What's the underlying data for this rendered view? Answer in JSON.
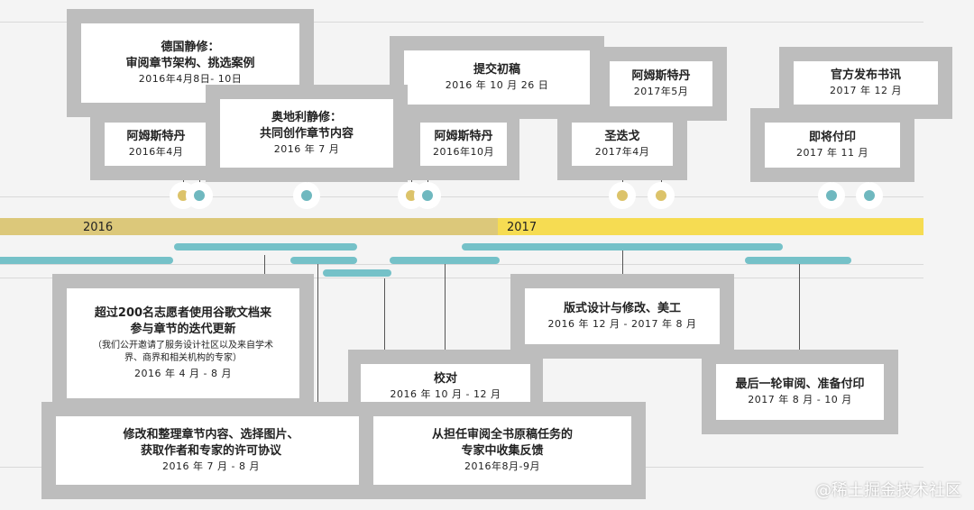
{
  "years": [
    "2016",
    "2017"
  ],
  "top_events": [
    {
      "title": "德国静修：\n审阅章节架构、挑选案例",
      "date": "2016年4月8日- 10日"
    },
    {
      "title": "阿姆斯特丹",
      "date": "2016年4月"
    },
    {
      "title": "奥地利静修：\n共同创作章节内容",
      "date": "2016 年 7 月"
    },
    {
      "title": "提交初稿",
      "date": "2016 年 10 月 26 日"
    },
    {
      "title": "阿姆斯特丹",
      "date": "2016年10月"
    },
    {
      "title": "阿姆斯特丹",
      "date": "2017年5月"
    },
    {
      "title": "圣迭戈",
      "date": "2017年4月"
    },
    {
      "title": "官方发布书讯",
      "date": "2017 年 12 月"
    },
    {
      "title": "即将付印",
      "date": "2017 年 11 月"
    }
  ],
  "phases": [
    {
      "title": "超过200名志愿者使用谷歌文档来\n参与章节的迭代更新",
      "note": "（我们公开邀请了服务设计社区以及来自学术\n界、商界和相关机构的专家）",
      "date": "2016 年 4 月 - 8 月"
    },
    {
      "title": "修改和整理章节内容、选择图片、\n获取作者和专家的许可协议",
      "date": "2016 年 7 月 - 8 月"
    },
    {
      "title": "校对",
      "date": "2016 年 10 月 - 12 月"
    },
    {
      "title": "从担任审阅全书原稿任务的\n专家中收集反馈",
      "date": "2016年8月-9月"
    },
    {
      "title": "版式设计与修改、美工",
      "date": "2016 年 12 月 - 2017 年 8 月"
    },
    {
      "title": "最后一轮审阅、准备付印",
      "date": "2017 年 8 月 - 10 月"
    }
  ],
  "colors": {
    "year_2016": "#dcc87a",
    "year_2017": "#f6dc52",
    "bars": "#75c1c8",
    "dot_yellow": "#dcc36a",
    "dot_teal": "#6fb8bf",
    "frame": "#bdbdbd"
  },
  "watermark": "@稀土掘金技术社区"
}
